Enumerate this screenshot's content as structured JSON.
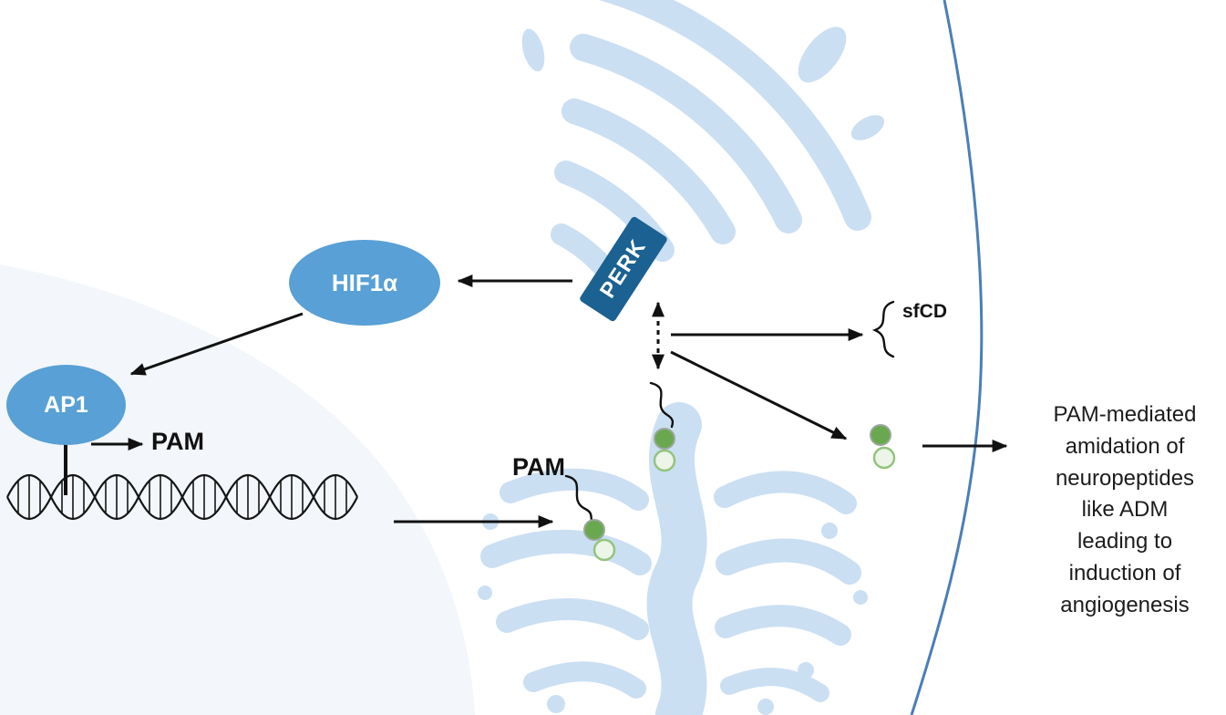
{
  "nodes": {
    "perk": "PERK",
    "hif1a": "HIF1α",
    "ap1": "AP1"
  },
  "labels": {
    "pam_gene": "PAM",
    "pam_golgi": "PAM",
    "sfcd": "sfCD"
  },
  "outcome_text": "PAM-mediated\namidation of\nneuropeptides\nlike ADM\nleading to\ninduction of\nangiogenesis",
  "colors": {
    "organelle_blue": "#cbdff2",
    "node_blue": "#58a0d5",
    "perk_bg": "#1b6191",
    "membrane_blue": "#4a7fb7",
    "vesicle_dark_green": "#6aa84f",
    "vesicle_light_green": "#93c47d",
    "background_blob": "#f3f6fa",
    "arrow_black": "#111111"
  }
}
